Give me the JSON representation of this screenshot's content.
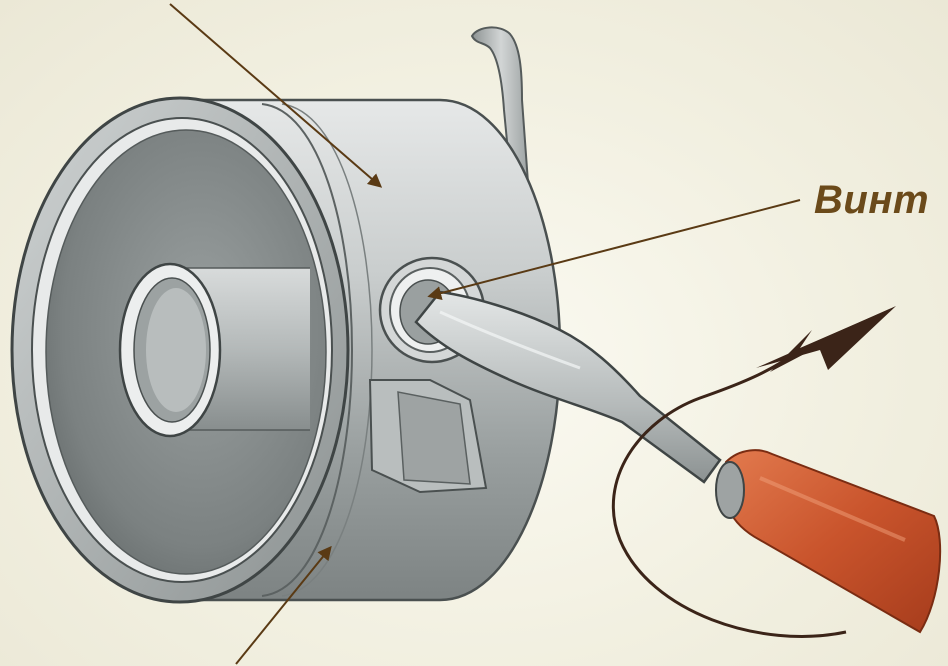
{
  "labels": {
    "screw": "Винт"
  },
  "colors": {
    "background": "#f3f1e3",
    "pointer_line": "#5a3a14",
    "label_text": "#6b4a1a",
    "metal_light": "#d9dcdc",
    "metal_mid": "#a9aeae",
    "metal_dark": "#6f7575",
    "handle": "#c2502a",
    "rotation_arrow": "#3b2418"
  },
  "icons": {
    "bobbin_case": "bobbin-case-illustration",
    "screwdriver": "screwdriver-illustration",
    "rotation": "curved-rotation-arrow"
  }
}
